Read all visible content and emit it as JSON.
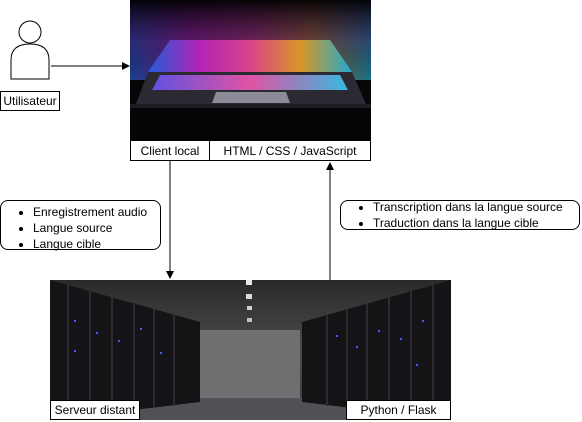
{
  "actor": {
    "label": "Utilisateur",
    "icon": "user-icon"
  },
  "client": {
    "image": "laptop-image",
    "labels": [
      "Client local",
      "HTML / CSS / JavaScript"
    ]
  },
  "server": {
    "image": "server-room-image",
    "labels": [
      "Serveur distant",
      "Python / Flask"
    ]
  },
  "request_note": {
    "items": [
      "Enregistrement audio",
      "Langue source",
      "Langue cible"
    ]
  },
  "response_note": {
    "items": [
      "Transcription dans la langue source",
      "Traduction dans la langue cible"
    ]
  }
}
